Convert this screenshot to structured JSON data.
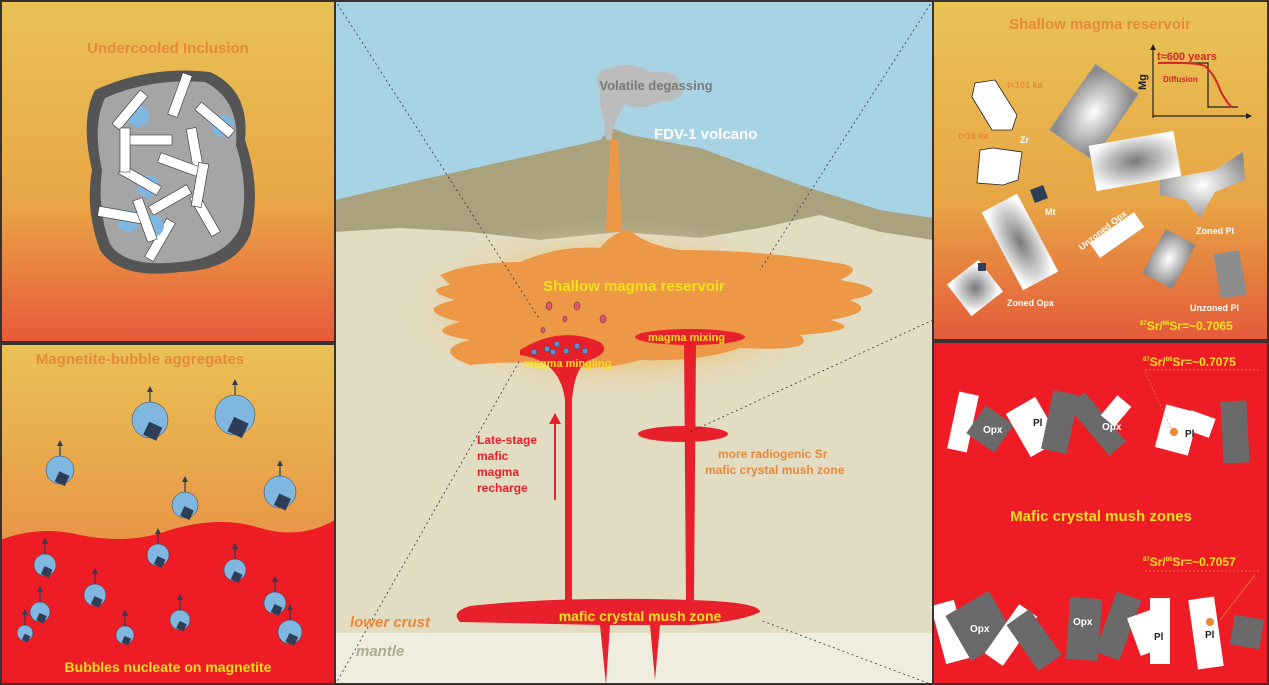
{
  "panels": {
    "top_left": {
      "title": "Undercooled Inclusion"
    },
    "bottom_left": {
      "title": "Magnetite-bubble aggregates",
      "caption": "Bubbles nucleate on magnetite"
    },
    "center": {
      "volatile": "Volatile degassing",
      "volcano": "FDV-1 volcano",
      "reservoir": "Shallow magma reservoir",
      "mingling": "magma mingling",
      "mixing": "magma mixing",
      "recharge": [
        "Late-stage",
        "mafic",
        "magma",
        "recharge"
      ],
      "radiogenic": [
        "more radiogenic Sr",
        "mafic crystal mush zone"
      ],
      "mush_zone": "mafic crystal mush zone",
      "lower_crust": "lower crust",
      "mantle": "mantle"
    },
    "top_right": {
      "title": "Shallow magma reservoir",
      "t600": "t≈600 years",
      "diffusion": "Diffusion",
      "mg_axis": "Mg",
      "t101": "t≈101 ka",
      "t16": "t≈16 ka",
      "zr": "Zr",
      "mt": "Mt",
      "unzoned_opx": "Unzoned Opx",
      "zoned_pl": "Zoned Pl",
      "zoned_opx": "Zoned Opx",
      "unzoned_pl": "Unzoned Pl",
      "sr": {
        "sup1": "87",
        "mid": "Sr/",
        "sup2": "86",
        "tail": "Sr=~0.7065"
      }
    },
    "bottom_right": {
      "title": "Mafic crystal mush zones",
      "sr_top": {
        "sup1": "87",
        "mid": "Sr/",
        "sup2": "86",
        "tail": "Sr=~0.7075"
      },
      "sr_bottom": {
        "sup1": "87",
        "mid": "Sr/",
        "sup2": "86",
        "tail": "Sr=~0.7057"
      },
      "opx": "Opx",
      "pl": "Pl"
    }
  },
  "colors": {
    "red": "#ee1c25",
    "yellow": "#f5e21b",
    "orange": "#e8893a",
    "sky": "#a8d3e4",
    "crust": "#e2dcc2"
  }
}
